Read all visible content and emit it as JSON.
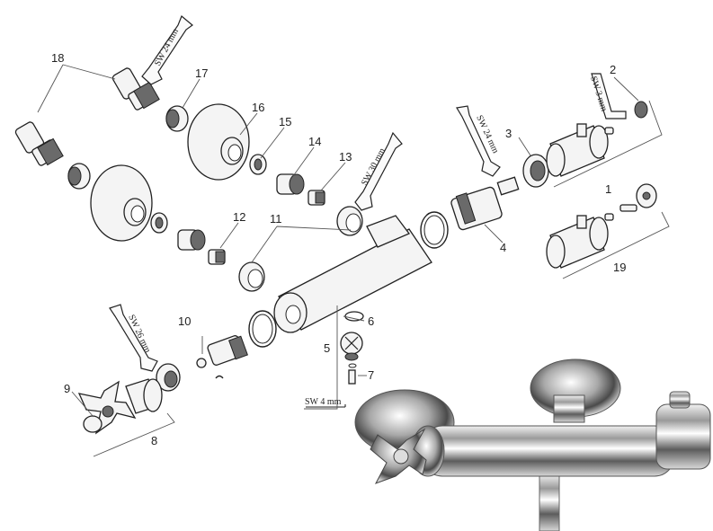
{
  "callouts": [
    {
      "label": "1"
    },
    {
      "label": "2"
    },
    {
      "label": "3"
    },
    {
      "label": "4"
    },
    {
      "label": "5"
    },
    {
      "label": "6"
    },
    {
      "label": "7"
    },
    {
      "label": "8"
    },
    {
      "label": "9"
    },
    {
      "label": "10"
    },
    {
      "label": "11"
    },
    {
      "label": "12"
    },
    {
      "label": "13"
    },
    {
      "label": "14"
    },
    {
      "label": "15"
    },
    {
      "label": "16"
    },
    {
      "label": "17"
    },
    {
      "label": "18"
    },
    {
      "label": "19"
    }
  ],
  "tool_labels": {
    "wrench_24_left": "SW 24 mm",
    "wrench_24_right": "SW 24 mm",
    "wrench_30": "SW 30 mm",
    "wrench_26": "SW 26 mm",
    "hex_key_3": "SW 3 mm",
    "hex_key_4": "SW 4 mm"
  }
}
